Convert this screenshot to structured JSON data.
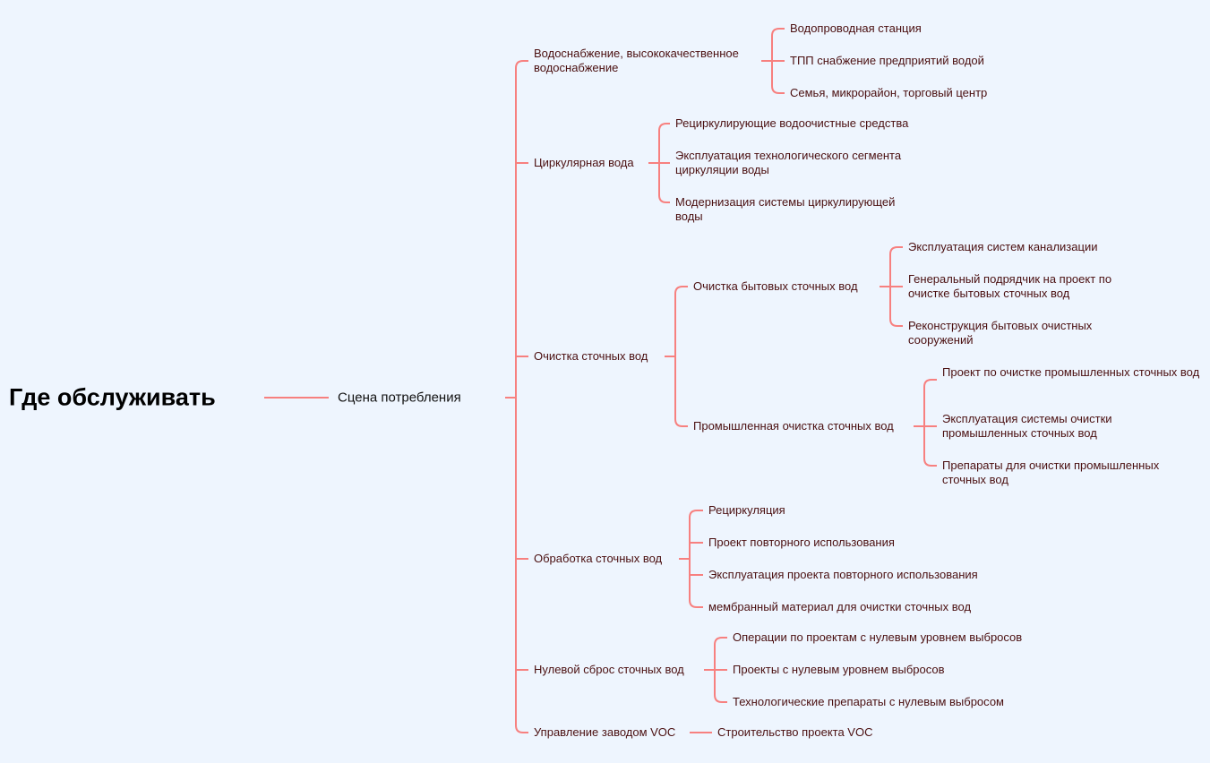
{
  "root": "Где обслуживать",
  "scene": "Сцена потребления",
  "branches": [
    {
      "label": "Водоснабжение, высококачественное водоснабжение",
      "children": [
        "Водопроводная станция",
        "ТПП снабжение предприятий водой",
        "Семья, микрорайон, торговый центр"
      ]
    },
    {
      "label": "Циркулярная вода",
      "children": [
        "Рециркулирующие водоочистные средства",
        "Эксплуатация технологического сегмента циркуляции воды",
        "Модернизация системы циркулирующей воды"
      ]
    },
    {
      "label": "Очистка сточных вод",
      "children": [
        {
          "label": "Очистка бытовых сточных вод",
          "children": [
            "Эксплуатация систем канализации",
            "Генеральный подрядчик на проект по очистке бытовых сточных вод",
            "Реконструкция бытовых очистных сооружений"
          ]
        },
        {
          "label": "Промышленная очистка сточных вод",
          "children": [
            "Проект по очистке промышленных сточных вод",
            "Эксплуатация системы очистки промышленных сточных вод",
            "Препараты для очистки промышленных сточных вод"
          ]
        }
      ]
    },
    {
      "label": "Обработка сточных вод",
      "children": [
        "Рециркуляция",
        "Проект повторного использования",
        "Эксплуатация проекта повторного использования",
        "мембранный материал для очистки сточных вод"
      ]
    },
    {
      "label": "Нулевой сброс сточных вод",
      "children": [
        "Операции по проектам с нулевым уровнем выбросов",
        "Проекты с нулевым уровнем выбросов",
        "Технологические препараты с нулевым выбросом"
      ]
    },
    {
      "label": "Управление заводом VOC",
      "children": [
        "Строительство проекта VOC"
      ]
    }
  ],
  "colors": {
    "line": "#f7807f",
    "text": "#4a0f10",
    "background": "#eef5fe"
  }
}
